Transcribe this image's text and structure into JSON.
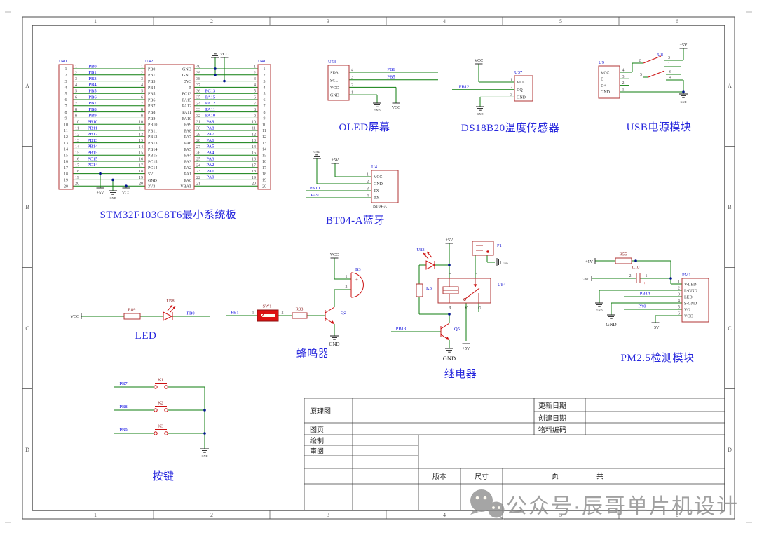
{
  "frame": {
    "zones_h": [
      "1",
      "2",
      "3",
      "4",
      "5",
      "6"
    ],
    "zones_v": [
      "A",
      "B",
      "C",
      "D"
    ]
  },
  "power": {
    "vcc": "VCC",
    "plus5": "+5V",
    "gnd": "GND"
  },
  "mcu": {
    "title": "STM32F103C8T6最小系统板",
    "u40_ref": "U40",
    "u42_ref": "U42",
    "u41_ref": "U41",
    "pins20": [
      "1",
      "2",
      "3",
      "4",
      "5",
      "6",
      "7",
      "8",
      "9",
      "10",
      "11",
      "12",
      "13",
      "14",
      "15",
      "16",
      "17",
      "18",
      "19",
      "20"
    ],
    "u42_left": [
      "PB0",
      "PB1",
      "PB3",
      "PB4",
      "PB5",
      "PB6",
      "PB7",
      "PB8",
      "PB9",
      "PB10",
      "PB11",
      "PB12",
      "PB13",
      "PB14",
      "PB15",
      "PC15",
      "PC14",
      "5V",
      "GND",
      "3V3"
    ],
    "u42_right": [
      "GND",
      "GND",
      "3V3",
      "R",
      "PC13",
      "PA15",
      "PA12",
      "PA11",
      "PA10",
      "PA9",
      "PA8",
      "PA7",
      "PA6",
      "PA5",
      "PA4",
      "PA3",
      "PA2",
      "PA1",
      "PA0",
      "VBAT"
    ],
    "u42_right_nums": [
      "40",
      "39",
      "38",
      "37",
      "36",
      "35",
      "34",
      "33",
      "32",
      "31",
      "30",
      "29",
      "28",
      "27",
      "26",
      "25",
      "24",
      "23",
      "22",
      "21"
    ],
    "left_nets": [
      "PB0",
      "PB1",
      "PB3",
      "PB4",
      "PB5",
      "PB6",
      "PB7",
      "PB8",
      "PB9",
      "PB10",
      "PB11",
      "PB12",
      "PB13",
      "PB14",
      "PB15",
      "PC15",
      "PC14"
    ],
    "right_nets": [
      "PC13",
      "PA15",
      "PA12",
      "PA11",
      "PA10",
      "PA9",
      "PA8",
      "PA7",
      "PA6",
      "PA5",
      "PA4",
      "PA3",
      "PA2",
      "PA1",
      "PA0"
    ]
  },
  "oled": {
    "ref": "U53",
    "names": [
      "SDA",
      "SCL",
      "VCC",
      "GND"
    ],
    "nums": [
      "4",
      "3",
      "2",
      "1"
    ],
    "net_sda": "PB6",
    "net_scl": "PB5",
    "title": "OLED屏幕"
  },
  "ds18b20": {
    "ref": "U37",
    "names": [
      "VCC",
      "DQ",
      "GND"
    ],
    "nums": [
      "1",
      "2",
      "3"
    ],
    "net": "PB12",
    "title": "DS18B20温度传感器"
  },
  "usb": {
    "u9_ref": "U9",
    "u8_ref": "U8",
    "u9_names": [
      "VCC",
      "D-",
      "D+",
      "GND"
    ],
    "u9_nums": [
      "4",
      "3",
      "2",
      "1"
    ],
    "sw_pins": [
      "2",
      "3",
      "1",
      "5",
      "6",
      "4"
    ],
    "title": "USB电源模块"
  },
  "bt": {
    "ref": "U4",
    "part": "BT04-A",
    "names": [
      "VCC",
      "GND",
      "TX",
      "RX"
    ],
    "nums": [
      "1",
      "2",
      "3",
      "4"
    ],
    "net_tx": "PA10",
    "net_rx": "PA9",
    "title": "BT04-A蓝牙"
  },
  "led": {
    "r_ref": "R89",
    "d_ref": "U58",
    "net": "PB0",
    "title": "LED"
  },
  "buzzer": {
    "net": "PB1",
    "sw_ref": "SW1",
    "r_ref": "R88",
    "q_ref": "Q2",
    "b_ref": "B3",
    "sw_pin1": "1",
    "sw_pin2": "2",
    "b_pin1": "1",
    "b_pin2": "2",
    "plus": "+",
    "minus": "-",
    "title": "蜂鸣器"
  },
  "relay": {
    "led_ref": "U83",
    "r_ref": "K3",
    "relay_ref": "U84",
    "p_ref": "P1",
    "q_ref": "Q5",
    "net": "PB13",
    "pin_nums": [
      "1",
      "2",
      "4",
      "5",
      "3"
    ],
    "title": "继电器"
  },
  "pm25": {
    "r_ref": "R55",
    "c_ref": "C10",
    "ref": "PM1",
    "names": [
      "V-LED",
      "L-GND",
      "LED",
      "S-GND",
      "VO",
      "VCC"
    ],
    "nums": [
      "1",
      "2",
      "3",
      "4",
      "5",
      "6"
    ],
    "c_pin_l": "2",
    "c_pin_r": "1",
    "plus_mark": "+",
    "net_led": "PB14",
    "net_vo": "PA0",
    "title": "PM2.5检测模块"
  },
  "keys": {
    "refs": [
      "K1",
      "K2",
      "K3"
    ],
    "nets": [
      "PB7",
      "PB8",
      "PB9"
    ],
    "title": "按键"
  },
  "title_block": {
    "schematic": "原理图",
    "sheet": "图页",
    "drawn": "绘制",
    "reviewed": "审阅",
    "updated": "更新日期",
    "created": "创建日期",
    "material": "物料编码",
    "version": "版本",
    "size": "尺寸",
    "page": "页",
    "total": "共"
  },
  "watermark": {
    "text": "公众号·辰哥单片机设计"
  }
}
